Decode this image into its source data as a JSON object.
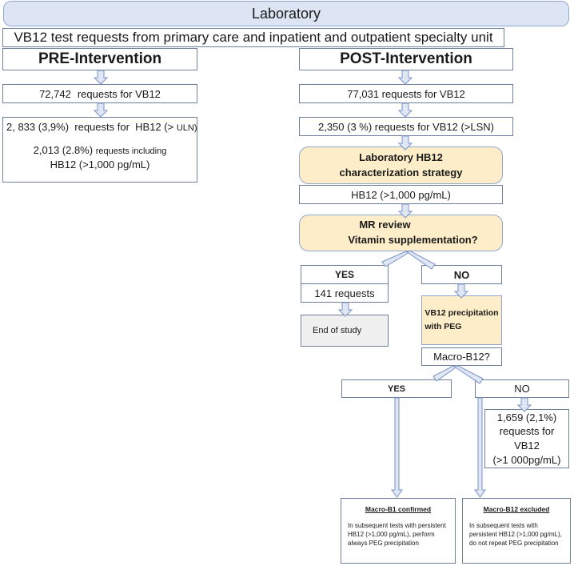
{
  "laboratory": "Laboratory",
  "subtitle": "VB12 test requests from primary care and inpatient and outpatient specialty unit",
  "pre": {
    "header": "PRE-Intervention",
    "requests_num": "72,742",
    "requests_text": "requests for  VB12",
    "uln_main": "2, 833 (3,9%)  requests for  HB12 (> ",
    "uln_small": "ULN)",
    "incl_num": "2,013 (2.8%) ",
    "incl_text": "requests including",
    "incl_line2": "HB12 (>1,000 pg/mL)"
  },
  "post": {
    "header": "POST-Intervention",
    "requests": "77,031 requests for VB12",
    "lsn": "2,350 (3 %) requests for VB12 (>LSN)",
    "strategy_line1": "Laboratory HB12",
    "strategy_line2": "characterization strategy",
    "hb12": "HB12 (>1,000 pg/mL)",
    "mr_line1": "MR review",
    "mr_line2": "Vitamin supplementation?",
    "yes1": "YES",
    "yes1_count": "141 requests",
    "end_study": "End of study",
    "no1": "NO",
    "peg_line1": "VB12 precipitation",
    "peg_line2": "with PEG",
    "macro_q": "Macro-B12?",
    "yes2": "YES",
    "no2": "NO",
    "final_line1": "1,659 (2,1%)",
    "final_line2": "requests for",
    "final_line3": "VB12",
    "final_line4": "(>1 000pg/mL)"
  },
  "notes": {
    "confirmed_title": "Macro-B1 confirmed",
    "confirmed_text": "In subsequent tests with persistent HB12 (>1,000 pg/mL), perform always PEG precipitation",
    "excluded_title": "Macro-B12 excluded",
    "excluded_text": "In subsequent tests with persistent HB12 (>1,000 pg/mL), do not repeat PEG precipitation"
  },
  "colors": {
    "lab_fill": "#dde5f4",
    "decision_fill": "#fdeec9",
    "arrow_fill": "#dfe7f5",
    "arrow_stroke": "#7b93c4",
    "end_fill": "#f0f0f0"
  }
}
